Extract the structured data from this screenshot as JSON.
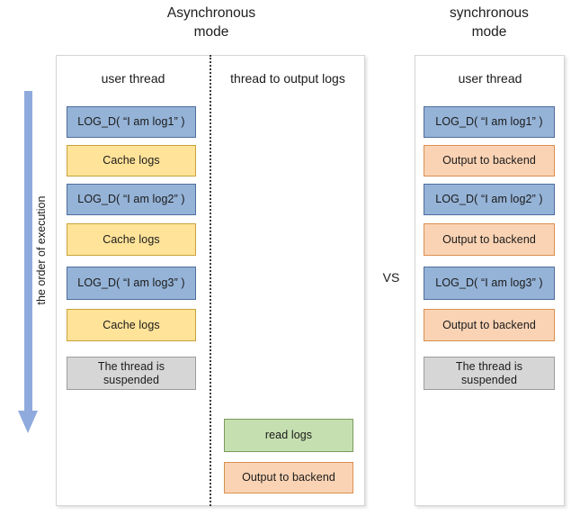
{
  "titles": {
    "async": "Asynchronous\nmode",
    "sync": "synchronous\nmode"
  },
  "comparison_label": "VS",
  "order_arrow": {
    "label": "the order of execution",
    "direction": "downward",
    "color": "#8faadc"
  },
  "colors": {
    "log_call": "#95b3d7",
    "cache": "#ffe399",
    "suspended": "#d6d6d6",
    "read": "#c6dfb0",
    "output": "#fad3b4"
  },
  "async_panel": {
    "columns": [
      {
        "header": "user thread",
        "steps": [
          {
            "label": "LOG_D( “I am log1” )",
            "kind": "blue"
          },
          {
            "label": "Cache logs",
            "kind": "yellow"
          },
          {
            "label": "LOG_D( “I am log2” )",
            "kind": "blue"
          },
          {
            "label": "Cache logs",
            "kind": "yellow"
          },
          {
            "label": "LOG_D( “I am log3” )",
            "kind": "blue"
          },
          {
            "label": "Cache logs",
            "kind": "yellow"
          },
          {
            "label": "The thread is\nsuspended",
            "kind": "gray"
          }
        ]
      },
      {
        "header": "thread to output logs",
        "steps": [
          {
            "label": "read logs",
            "kind": "green"
          },
          {
            "label": "Output to backend",
            "kind": "orange"
          }
        ]
      }
    ]
  },
  "sync_panel": {
    "columns": [
      {
        "header": "user thread",
        "steps": [
          {
            "label": "LOG_D( “I am log1” )",
            "kind": "blue"
          },
          {
            "label": "Output to backend",
            "kind": "orange"
          },
          {
            "label": "LOG_D( “I am log2” )",
            "kind": "blue"
          },
          {
            "label": "Output to backend",
            "kind": "orange"
          },
          {
            "label": "LOG_D( “I am log3” )",
            "kind": "blue"
          },
          {
            "label": "Output to backend",
            "kind": "orange"
          },
          {
            "label": "The thread is\nsuspended",
            "kind": "gray"
          }
        ]
      }
    ]
  }
}
